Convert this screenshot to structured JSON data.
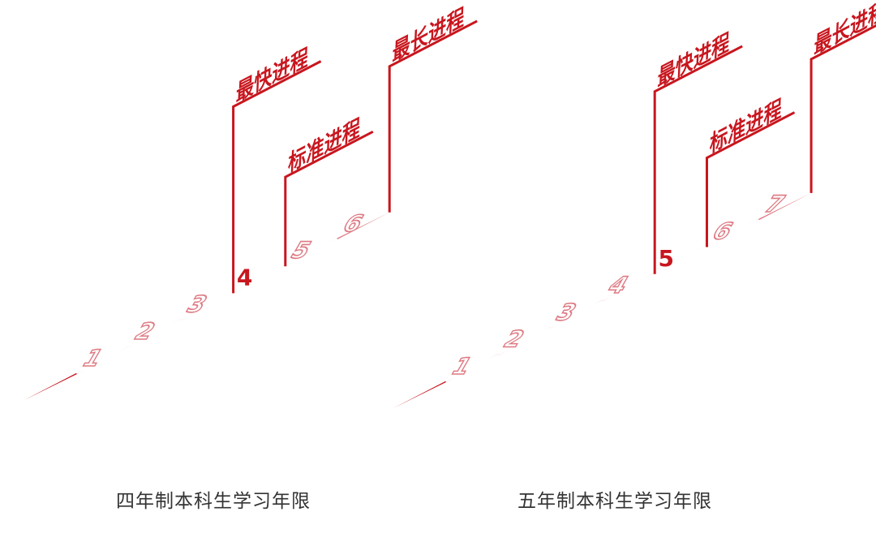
{
  "colors": {
    "solid": "#C8161E",
    "light": "#DE7A83",
    "line": "#C8161E",
    "text": "#333333"
  },
  "diagrams": [
    {
      "caption": "四年制本科生学习年限",
      "years": [
        "1",
        "2",
        "3",
        "4",
        "5",
        "6"
      ],
      "standard_years": 4,
      "markers": {
        "fastest": {
          "label": "最快进程",
          "after_year": 3
        },
        "standard": {
          "label": "标准进程",
          "after_year": 4
        },
        "longest": {
          "label": "最长进程",
          "after_year": 6
        }
      }
    },
    {
      "caption": "五年制本科生学习年限",
      "years": [
        "1",
        "2",
        "3",
        "4",
        "5",
        "6",
        "7"
      ],
      "standard_years": 5,
      "markers": {
        "fastest": {
          "label": "最快进程",
          "after_year": 4
        },
        "standard": {
          "label": "标准进程",
          "after_year": 5
        },
        "longest": {
          "label": "最长进程",
          "after_year": 7
        }
      }
    }
  ]
}
